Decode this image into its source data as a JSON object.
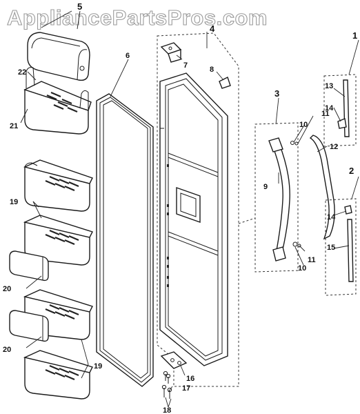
{
  "watermark": "AppliancePartsPros.com",
  "callouts": {
    "c1": "1",
    "c2": "2",
    "c3": "3",
    "c4": "4",
    "c5": "5",
    "c6": "6",
    "c7": "7",
    "c8": "8",
    "c9": "9",
    "c10a": "10",
    "c10b": "10",
    "c11a": "11",
    "c11b": "11",
    "c12": "12",
    "c13": "13",
    "c14a": "14",
    "c14b": "14",
    "c15": "15",
    "c16": "16",
    "c17": "17",
    "c18": "18",
    "c19a": "19",
    "c19b": "19",
    "c20a": "20",
    "c20b": "20",
    "c21": "21",
    "c22": "22"
  }
}
